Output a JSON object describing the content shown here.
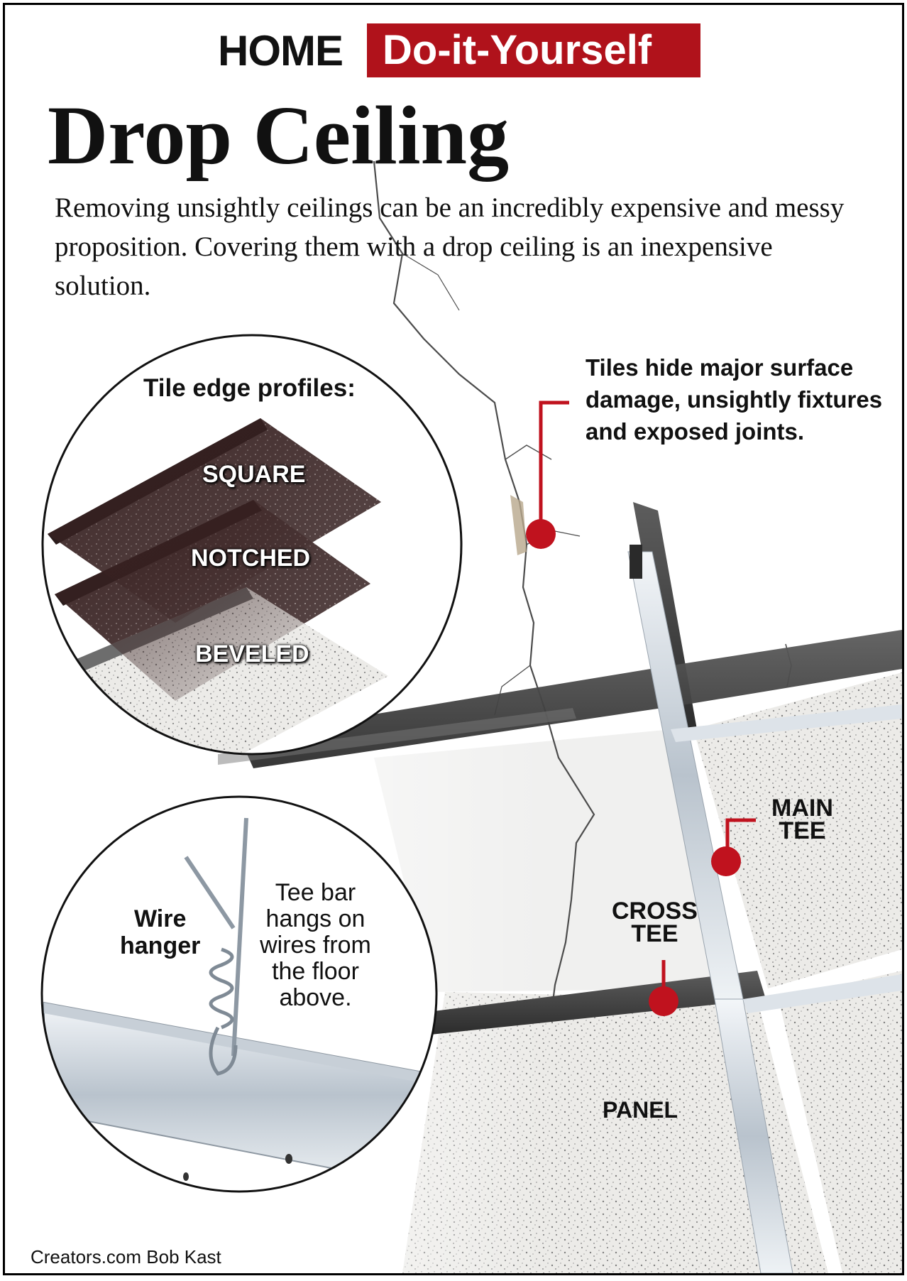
{
  "header": {
    "home_label": "HOME",
    "section_label": "Do-it-Yourself"
  },
  "title": "Drop Ceiling",
  "intro": "Removing unsightly ceilings can be an incredibly expensive and messy proposition. Covering them with a drop ceiling is an inexpensive solution.",
  "tile_profiles": {
    "title": "Tile edge profiles:",
    "items": [
      "SQUARE",
      "NOTCHED",
      "BEVELED"
    ]
  },
  "callouts": {
    "tiles": "Tiles hide major surface damage, unsightly fixtures and exposed joints.",
    "main_tee": [
      "MAIN",
      "TEE"
    ],
    "cross_tee": [
      "CROSS",
      "TEE"
    ],
    "panel": "PANEL"
  },
  "wire_detail": {
    "label": [
      "Wire",
      "hanger"
    ],
    "note": "Tee bar hangs on wires from the floor above."
  },
  "credit": "Creators.com Bob Kast",
  "colors": {
    "accent_red": "#b0121b",
    "marker_red": "#c0121e",
    "rail_dark": "#3a3a3a",
    "tee_light": "#dfe4ea"
  }
}
